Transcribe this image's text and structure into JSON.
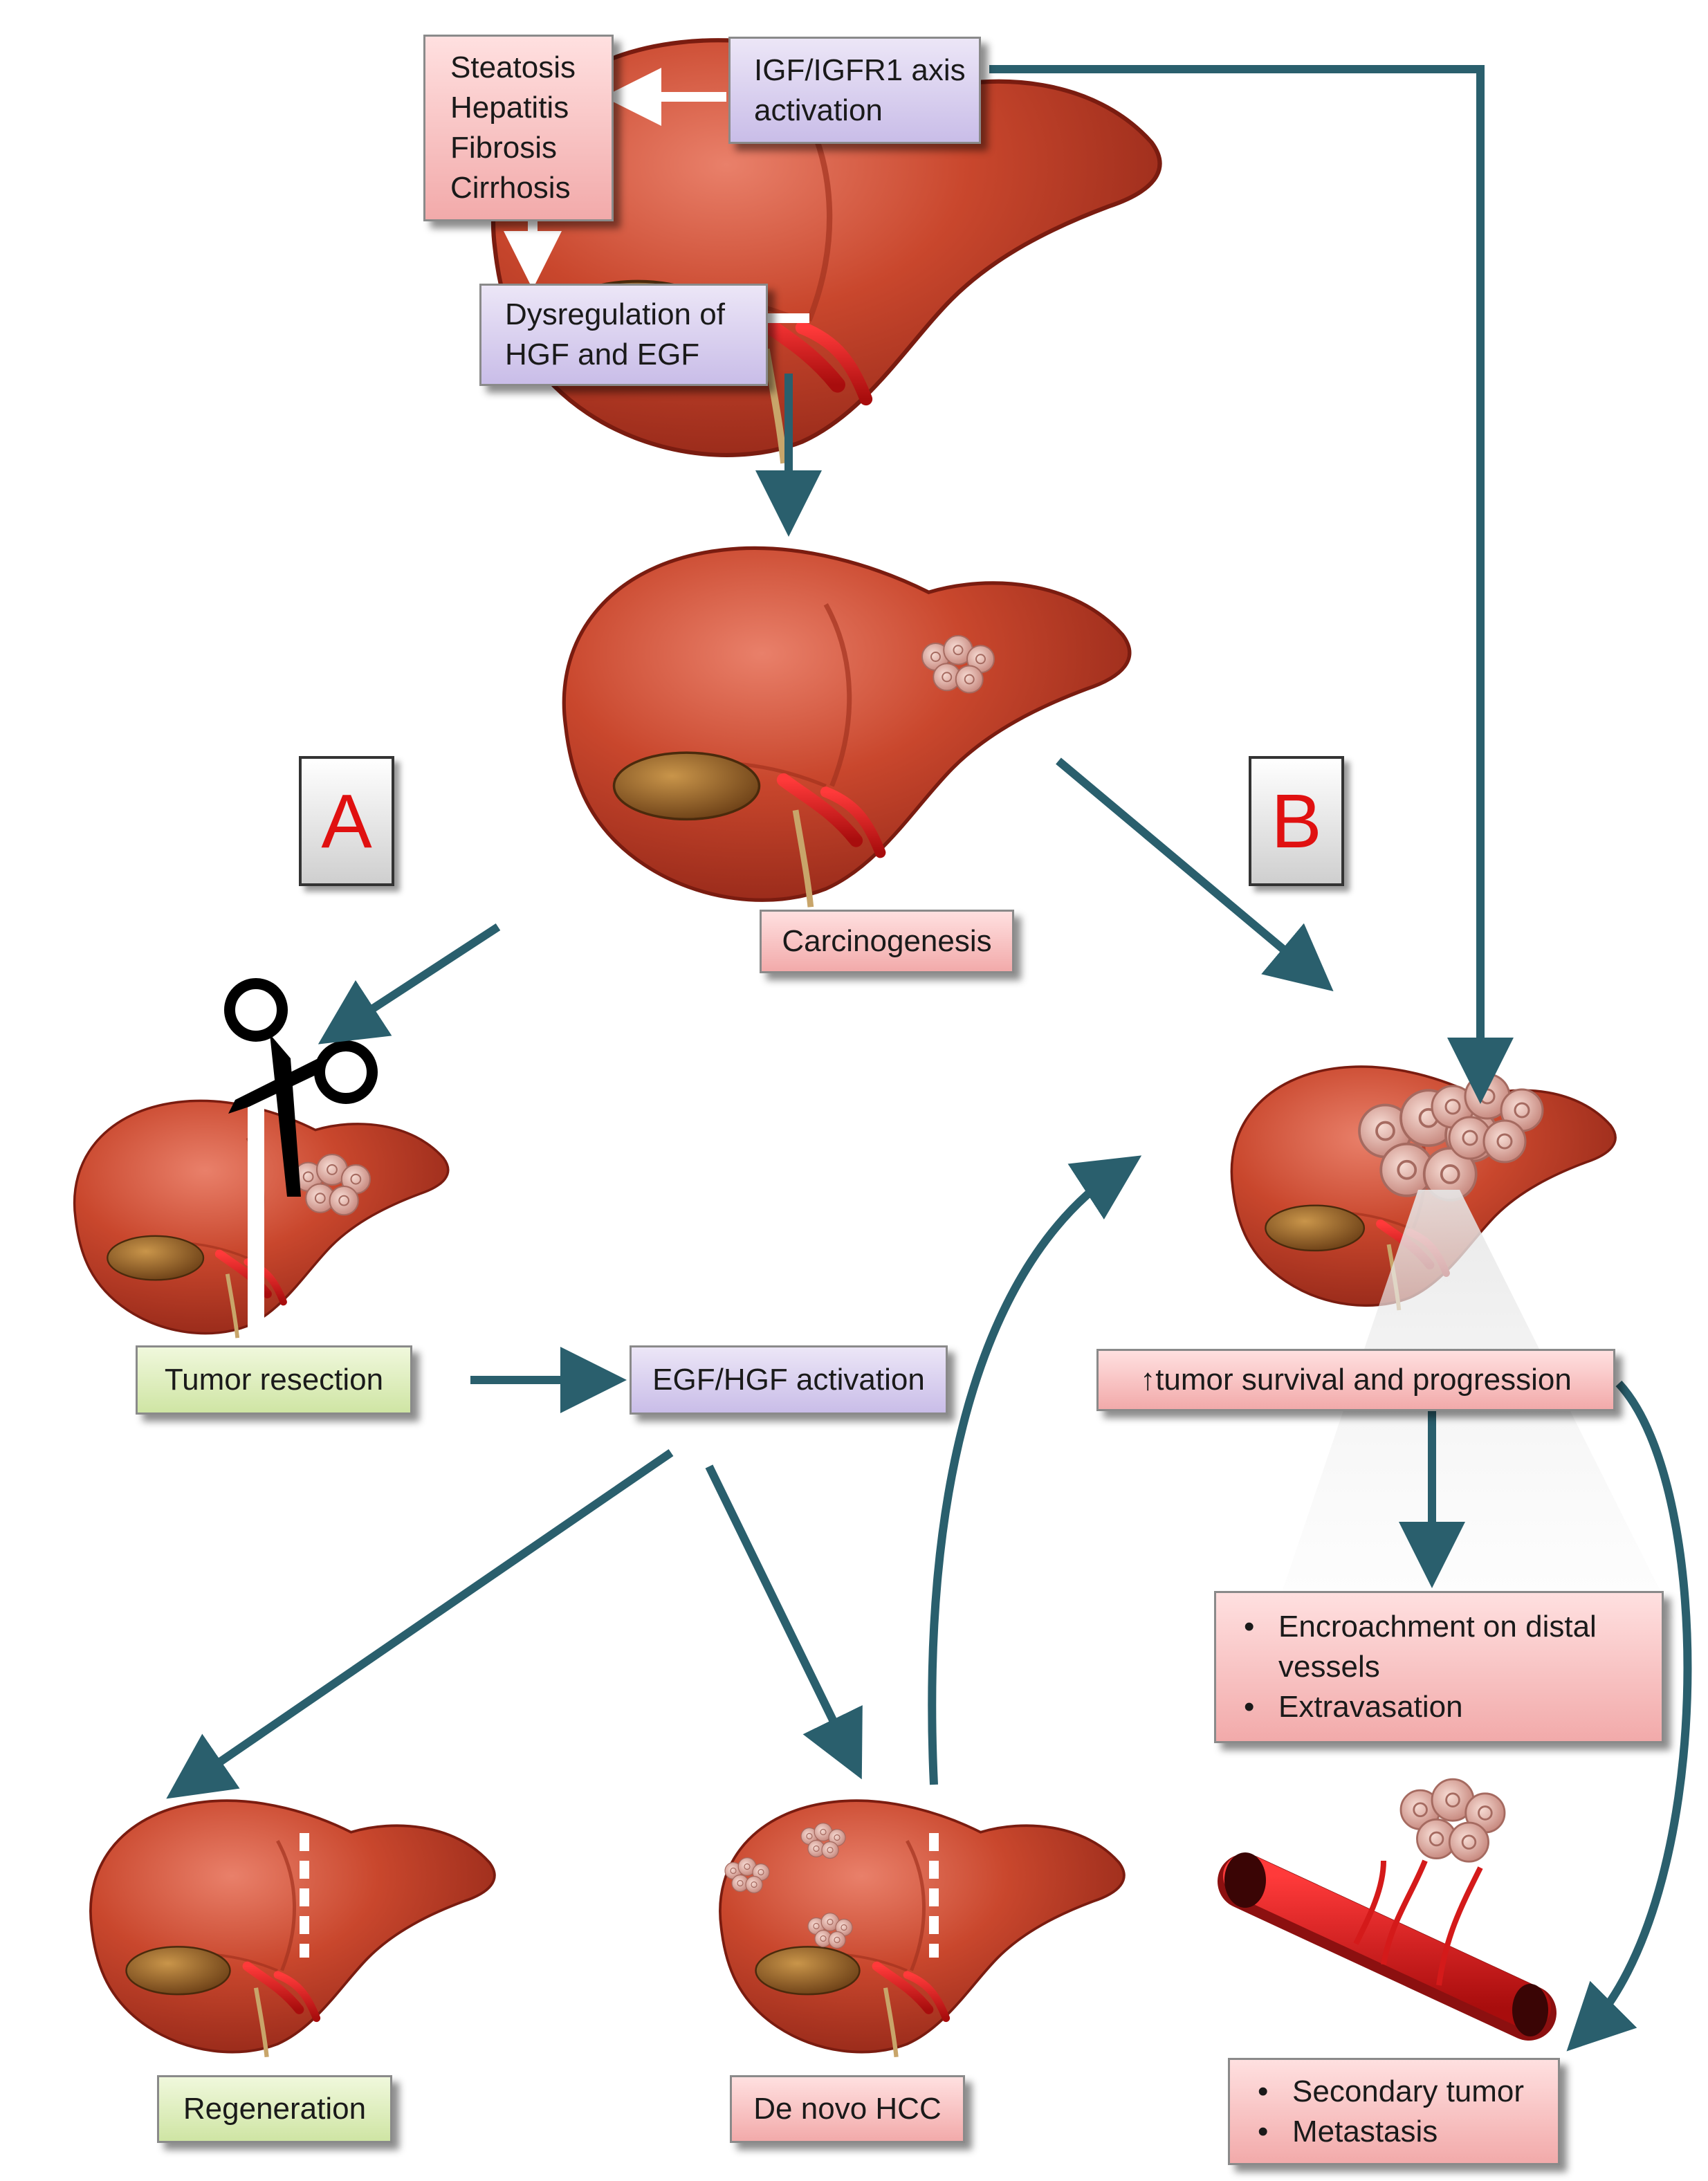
{
  "labels": {
    "steatosis": [
      "Steatosis",
      "Hepatitis",
      "Fibrosis",
      "Cirrhosis"
    ],
    "igf_line1": "IGF/IGFR1 axis",
    "igf_line2": "activation",
    "dysreg_line1": "Dysregulation of",
    "dysreg_line2": "HGF and EGF",
    "path_a": "A",
    "path_b": "B",
    "carcinogenesis": "Carcinogenesis",
    "tumor_resection": "Tumor resection",
    "egf_hgf_activation": "EGF/HGF activation",
    "tumor_survival": "↑tumor survival and progression",
    "encroachment_1": "Encroachment on distal vessels",
    "encroachment_2": "Extravasation",
    "regeneration": "Regeneration",
    "de_novo_hcc": "De novo HCC",
    "secondary_1": "Secondary tumor",
    "secondary_2": "Metastasis"
  },
  "colors": {
    "arrow": "#2a5f6d",
    "liver_dark": "#8e2416",
    "liver_mid": "#c4452c",
    "liver_light": "#df6a4a",
    "tumor": "#e8b4a8",
    "label_red": "#e01010"
  }
}
